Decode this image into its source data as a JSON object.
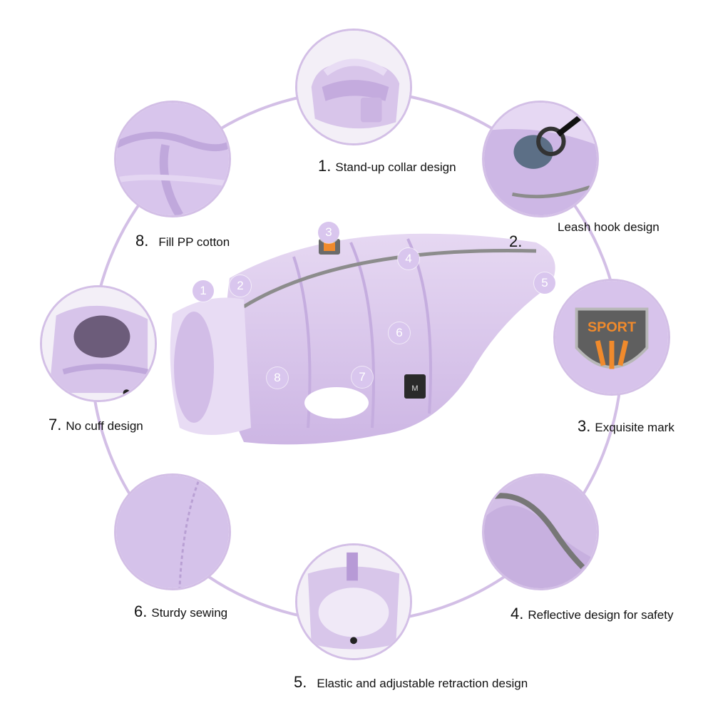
{
  "colors": {
    "ring": "#d3bfe6",
    "vest_light": "#e3d3f1",
    "vest_mid": "#d6c2ea",
    "vest_dark": "#b9a0d4",
    "reflective": "#8c8c8c",
    "badge_orange": "#f08a2c",
    "badge_grey": "#6b6b6b",
    "marker": "#d9c6ee"
  },
  "features": [
    {
      "num": "1.",
      "label": "Stand-up collar design",
      "icon": "collar-closeup"
    },
    {
      "num": "2.",
      "label": "Leash hook design",
      "icon": "leash-hook-closeup"
    },
    {
      "num": "3.",
      "label": "Exquisite mark",
      "icon": "sport-badge-closeup"
    },
    {
      "num": "4.",
      "label": "Reflective design for safety",
      "icon": "reflective-strip-closeup"
    },
    {
      "num": "5.",
      "label": "Elastic and adjustable retraction design",
      "icon": "elastic-hem-closeup"
    },
    {
      "num": "6.",
      "label": "Sturdy sewing",
      "icon": "seam-closeup"
    },
    {
      "num": "7.",
      "label": "No cuff design",
      "icon": "cuff-closeup"
    },
    {
      "num": "8.",
      "label": "Fill PP cotton",
      "icon": "padding-closeup"
    }
  ],
  "markers": [
    "1",
    "2",
    "3",
    "4",
    "5",
    "6",
    "7",
    "8"
  ],
  "badge_text": "SPORT",
  "size_tag": "M"
}
